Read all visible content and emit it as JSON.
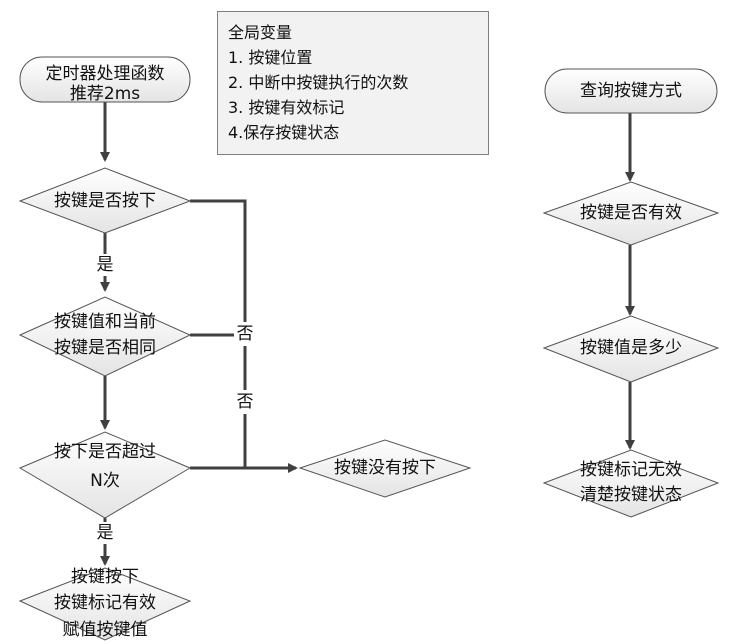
{
  "notes": {
    "title": "全局变量",
    "items": [
      "1. 按键位置",
      "2. 中断中按键执行的次数",
      "3. 按键有效标记",
      "4.保存按键状态"
    ]
  },
  "left_flow": {
    "start": [
      "定时器处理函数",
      "推荐2ms"
    ],
    "d1": "按键是否按下",
    "yes1": "是",
    "d2": [
      "按键值和当前",
      "按键是否相同"
    ],
    "d3": [
      "按下是否超过",
      "N次"
    ],
    "yes3": "是",
    "end": [
      "按键按下",
      "按键标记有效",
      "赋值按键值"
    ],
    "no_label_1": "否",
    "no_label_2": "否",
    "not_pressed": "按键没有按下"
  },
  "right_flow": {
    "start": "查询按键方式",
    "d1": "按键是否有效",
    "d2": "按键值是多少",
    "end": [
      "按键标记无效",
      "清楚按键状态"
    ]
  }
}
